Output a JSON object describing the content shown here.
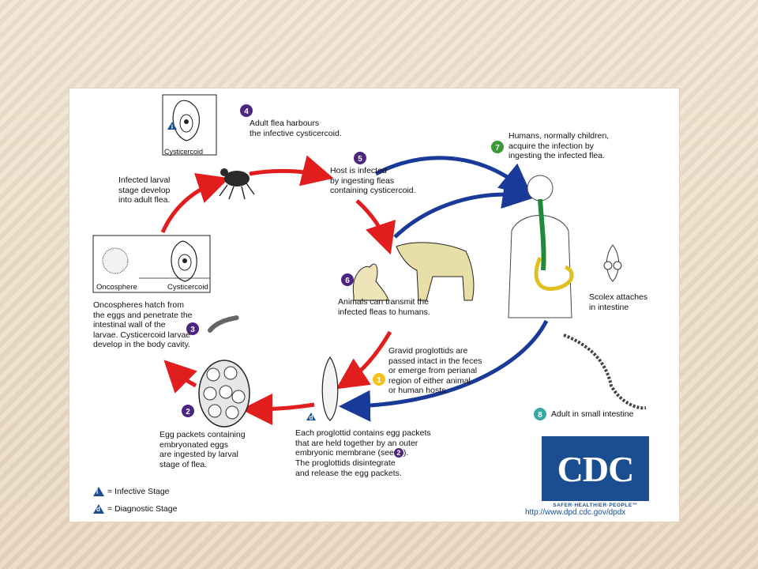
{
  "steps": {
    "s1": {
      "num": "1",
      "color": "#f2c31b",
      "text": "Gravid proglottids are\npassed intact in the feces\nor emerge from perianal\nregion of either animal\nor human hosts."
    },
    "s2": {
      "num": "2",
      "color": "#4b2580",
      "text": "Egg packets containing\nembryonated eggs\nare ingested by larval\nstage of flea."
    },
    "s3": {
      "num": "3",
      "color": "#4b2580",
      "text": "Oncospheres hatch from\nthe eggs and penetrate the\nintestinal wall of the\nlarvae. Cysticercoid larvae\ndevelop in the body cavity."
    },
    "s4": {
      "num": "4",
      "color": "#4b2580",
      "text": "Adult flea harbours\nthe infective cysticercoid."
    },
    "s5": {
      "num": "5",
      "color": "#4b2580",
      "text": "Host is infected\nby ingesting fleas\ncontaining cysticercoid."
    },
    "s6": {
      "num": "6",
      "color": "#4b2580",
      "text": "Animals can transmit the\ninfected fleas to humans."
    },
    "s7": {
      "num": "7",
      "color": "#3a9a3a",
      "text": "Humans, normally children,\nacquire the infection by\ningesting the infected flea."
    },
    "s8": {
      "num": "8",
      "color": "#37a8a8",
      "text": "Adult in small intestine"
    }
  },
  "labels": {
    "infected_larval": "Infected larval\nstage develop\ninto adult flea.",
    "cysticercoid_top": "Cysticercoid",
    "oncosphere": "Oncosphere",
    "cysticercoid_mid": "Cysticercoid",
    "scolex": "Scolex attaches\nin intestine",
    "proglottid_line1": "Each proglottid contains egg packets\nthat are held together by an outer\nembryonic membrane (see",
    "proglottid_see_num": "2",
    "proglottid_close": ").",
    "proglottid_line2": "The proglottids disintegrate\nand release the egg packets."
  },
  "markers": {
    "infective": "i",
    "diagnostic": "d"
  },
  "legend": {
    "infective_letter": "i",
    "infective_text": "= Infective Stage",
    "diagnostic_letter": "d",
    "diagnostic_text": "= Diagnostic Stage"
  },
  "logo": {
    "text": "CDC",
    "tagline": "SAFER·HEALTHIER·PEOPLE™",
    "url": "http://www.dpd.cdc.gov/dpdx"
  },
  "colors": {
    "red_arrow": "#e21d1d",
    "blue_arrow": "#1a3a9a",
    "purple": "#4b2580",
    "marker_blue": "#1b4e91"
  }
}
